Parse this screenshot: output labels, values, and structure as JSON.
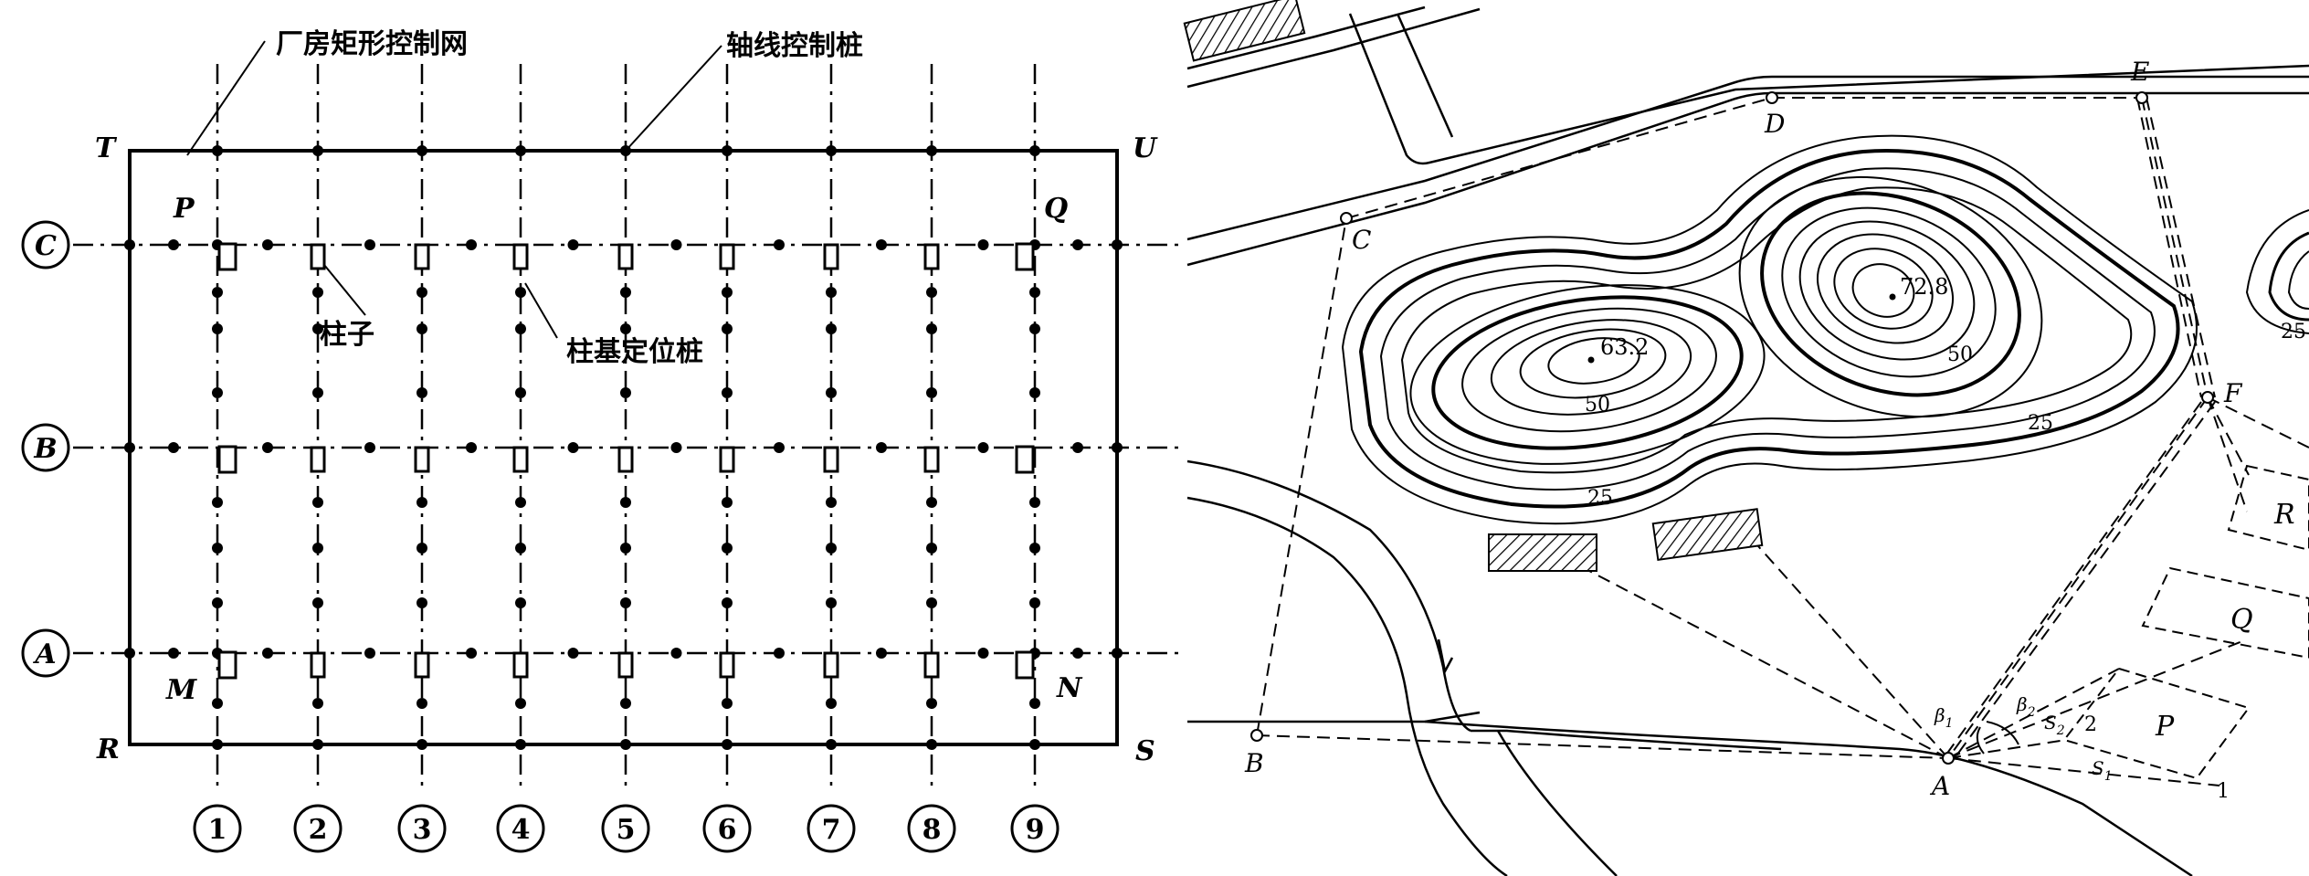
{
  "left_diagram": {
    "callouts": {
      "control_net": "厂房矩形控制网",
      "axis_stake": "轴线控制桩",
      "column": "柱子",
      "base_stake": "柱基定位桩"
    },
    "corners": {
      "T": "T",
      "U": "U",
      "R": "R",
      "S": "S"
    },
    "inner_corners": {
      "P": "P",
      "Q": "Q",
      "M": "M",
      "N": "N"
    },
    "row_axes": [
      "C",
      "B",
      "A"
    ],
    "column_axes": [
      "1",
      "2",
      "3",
      "4",
      "5",
      "6",
      "7",
      "8",
      "9"
    ]
  },
  "right_diagram": {
    "points": {
      "A": "A",
      "B": "B",
      "C": "C",
      "D": "D",
      "E": "E",
      "F": "F"
    },
    "buildings": {
      "P": "P",
      "Q": "Q",
      "R": "R"
    },
    "peaks": {
      "left": "63.2",
      "right": "72.8"
    },
    "contour_labels": [
      "50",
      "25",
      "50",
      "25",
      "25"
    ],
    "angles": {
      "beta1": "β",
      "beta1_sub": "1",
      "beta2": "β",
      "beta2_sub": "2"
    },
    "distances": {
      "s1": "S",
      "s1_sub": "1",
      "s2": "S",
      "s2_sub": "2"
    },
    "corner_numbers": {
      "one": "1",
      "two": "2"
    }
  }
}
